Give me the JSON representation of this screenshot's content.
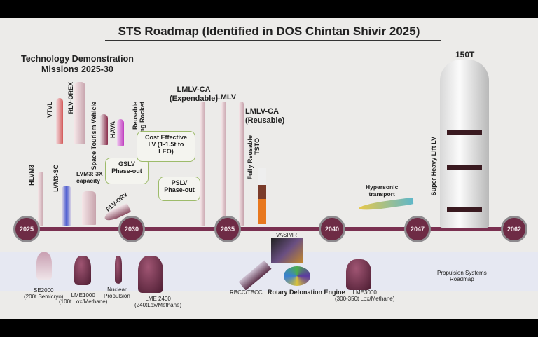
{
  "title": "STS Roadmap (Identified in DOS Chintan Shivir 2025)",
  "tdm_heading": [
    "Technology Demonstration",
    "Missions 2025-30"
  ],
  "tdm_items": [
    "VTVL",
    "RLV-OREX",
    "Space Tourism Vehicle",
    "HAVA",
    "Reusable",
    "ounding Rocket"
  ],
  "timeline": {
    "years": [
      "2025",
      "2030",
      "2035",
      "2040",
      "2047",
      "2062"
    ],
    "color": "#7a3050"
  },
  "vehicles": {
    "hlvm3": "HLVM3",
    "lvm3sc": "LVM3-SC",
    "lvm3": [
      "LVM3: 3X",
      "capacity"
    ],
    "rlv_orv": "RLV-ORV",
    "lmlv_ca_exp": [
      "LMLV-CA",
      "(Expendable)"
    ],
    "lmlv": "LMLV",
    "lmlv_ca_reu": [
      "LMLV-CA",
      "(Reusable)"
    ],
    "tsto": [
      "Fully Reusable",
      "TSTO"
    ],
    "hypersonic": [
      "Hypersonic",
      "transport"
    ],
    "shllv": "Super Heavy Lift LV",
    "t150": "150T"
  },
  "callouts": {
    "gslv": [
      "GSLV",
      "Phase-out"
    ],
    "cost": [
      "Cost Effective",
      "LV (1-1.5t to",
      "LEO)"
    ],
    "pslv": [
      "PSLV",
      "Phase-out"
    ]
  },
  "propulsion": {
    "se2000": [
      "SE2000",
      "(200t Semicryo)"
    ],
    "lme1000": [
      "LME1000",
      "(100t Lox/Methane)"
    ],
    "nuclear": [
      "Nuclear",
      "Propulsion"
    ],
    "lme2400": [
      "LME 2400",
      "(240tLox/Methane)"
    ],
    "vasimr": "VASIMR",
    "rbcc": "RBCC/TBCC",
    "rde": "Rotary Detonation Engine",
    "lme3000": [
      "LME3000",
      "(300-350t Lox/Methane)"
    ],
    "roadmap": [
      "Propulsion Systems",
      "Roadmap"
    ]
  }
}
